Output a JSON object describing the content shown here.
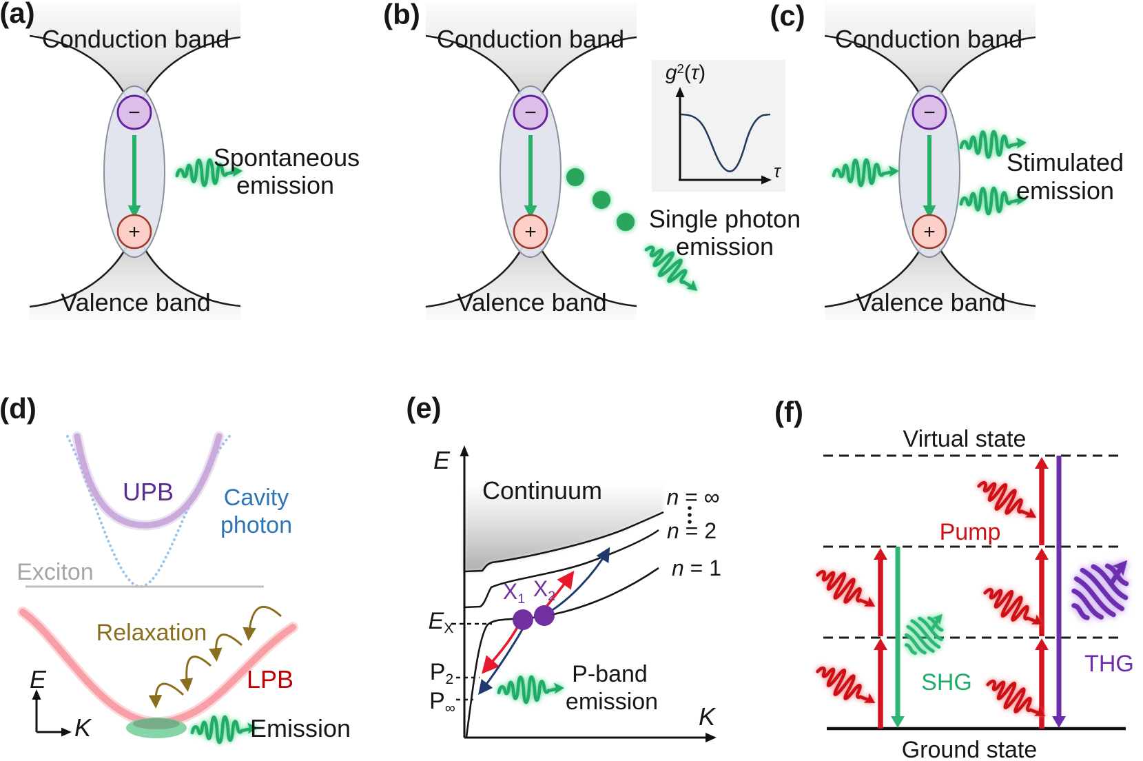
{
  "charges": {
    "electron": "−",
    "hole": "+"
  },
  "panels": {
    "a": {
      "tag": "(a)",
      "conduction_label": "Conduction band",
      "valence_label": "Valence band",
      "caption_line1": "Spontaneous",
      "caption_line2": "emission"
    },
    "b": {
      "tag": "(b)",
      "conduction_label": "Conduction band",
      "valence_label": "Valence band",
      "caption_line1": "Single photon",
      "caption_line2": "emission",
      "inset": {
        "func": "g",
        "power": "2",
        "open_paren": "(",
        "tau": "τ",
        "close_paren": ")",
        "xaxis": "τ"
      }
    },
    "c": {
      "tag": "(c)",
      "conduction_label": "Conduction band",
      "valence_label": "Valence band",
      "caption_line1": "Stimulated",
      "caption_line2": "emission"
    },
    "d": {
      "tag": "(d)",
      "upb_label": "UPB",
      "cavity_label_line1": "Cavity",
      "cavity_label_line2": "photon",
      "exciton_label": "Exciton",
      "relaxation_label": "Relaxation",
      "lpb_label": "LPB",
      "emission_label": "Emission",
      "energy_axis": "E",
      "momentum_axis": "K"
    },
    "e": {
      "tag": "(e)",
      "energy_axis": "E",
      "momentum_axis": "K",
      "continuum_label": "Continuum",
      "levels": [
        {
          "base": "n",
          "eq": " = ",
          "val": "∞"
        },
        {
          "base": "n",
          "eq": " = ",
          "val": "2"
        },
        {
          "base": "n",
          "eq": " = ",
          "val": "1"
        }
      ],
      "exciton_energy": {
        "base": "E",
        "sub": "X"
      },
      "p2": {
        "base": "P",
        "sub": "2"
      },
      "p_inf": {
        "base": "P",
        "sub": "∞"
      },
      "x1": {
        "base": "X",
        "sub": "1"
      },
      "x2": {
        "base": "X",
        "sub": "2"
      },
      "caption_line1": "P-band",
      "caption_line2": "emission"
    },
    "f": {
      "tag": "(f)",
      "virtual_label": "Virtual state",
      "pump_label": "Pump",
      "shg_label": "SHG",
      "thg_label": "THG",
      "ground_label": "Ground state"
    }
  },
  "colors": {
    "photon_green": "#21ab66",
    "pump_red": "#cc1016",
    "thg_purple": "#6b2fae",
    "shg_green": "#2bb673",
    "navy": "#1e3a6e",
    "upb_curve": "#c7a7d9",
    "upb_label": "#5c2d91",
    "cavity_curve": "#9cc3e8",
    "cavity_label": "#2e75b6",
    "exciton_gray": "#a6a6a6",
    "lpb_curve": "#f79ba3",
    "lpb_label": "#c00000",
    "relaxation_olive": "#8a6d1e",
    "electron_fill": "#dcbfe8",
    "electron_stroke": "#6a23a0",
    "hole_fill": "#fccfc8",
    "hole_stroke": "#a03a28",
    "x_dot_purple": "#7030a0",
    "inset_bg": "#f2f2f2"
  }
}
